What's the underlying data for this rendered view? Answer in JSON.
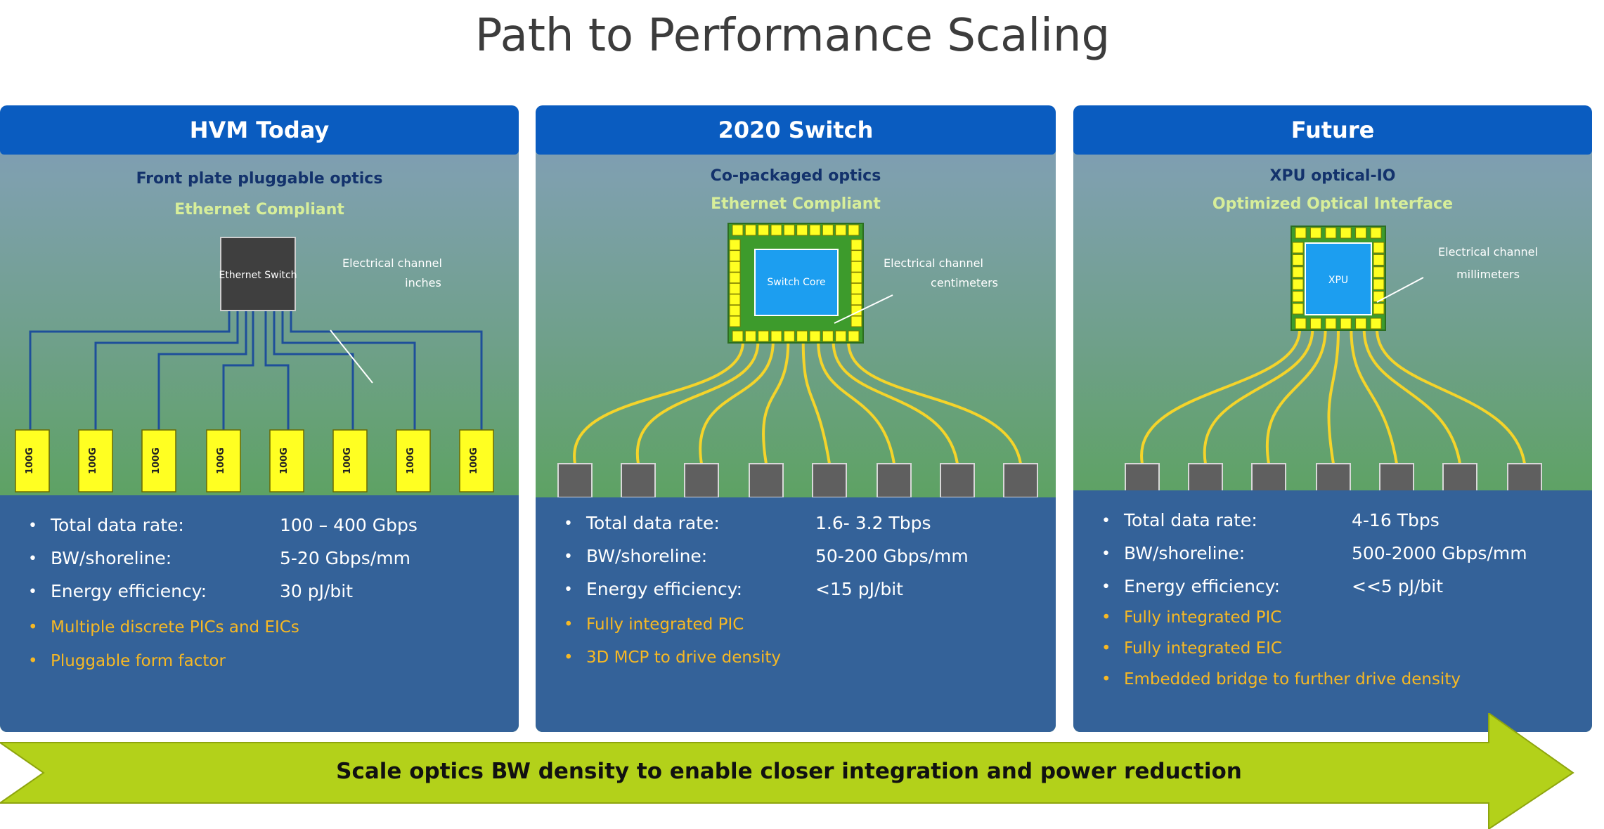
{
  "title": "Path to Performance Scaling",
  "panels": [
    {
      "header": "HVM Today",
      "subtitle": "Front plate pluggable optics",
      "compliance": "Ethernet Compliant",
      "chip_label": "Ethernet Switch",
      "channel_label_1": "Electrical channel",
      "channel_label_2": "inches",
      "module_label": "100G",
      "metrics": [
        {
          "key": "Total data rate:",
          "value": "100 – 400 Gbps"
        },
        {
          "key": "BW/shoreline:",
          "value": "5-20 Gbps/mm"
        },
        {
          "key": "Energy efficiency:",
          "value": "30 pJ/bit"
        }
      ],
      "features": [
        "Multiple discrete PICs and EICs",
        "Pluggable form factor"
      ]
    },
    {
      "header": "2020 Switch",
      "subtitle": "Co-packaged optics",
      "compliance": "Ethernet Compliant",
      "chip_label": "Switch Core",
      "channel_label_1": "Electrical channel",
      "channel_label_2": "centimeters",
      "metrics": [
        {
          "key": "Total data rate:",
          "value": "1.6- 3.2 Tbps"
        },
        {
          "key": "BW/shoreline:",
          "value": "50-200 Gbps/mm"
        },
        {
          "key": "Energy efficiency:",
          "value": "<15 pJ/bit"
        }
      ],
      "features": [
        "Fully integrated PIC",
        "3D MCP to drive density"
      ]
    },
    {
      "header": "Future",
      "subtitle": "XPU optical-IO",
      "compliance": "Optimized Optical Interface",
      "chip_label": "XPU",
      "channel_label_1": "Electrical channel",
      "channel_label_2": "millimeters",
      "metrics": [
        {
          "key": "Total data rate:",
          "value": "4-16 Tbps"
        },
        {
          "key": "BW/shoreline:",
          "value": "500-2000 Gbps/mm"
        },
        {
          "key": "Energy efficiency:",
          "value": "<<5 pJ/bit"
        }
      ],
      "features": [
        "Fully integrated PIC",
        "Fully integrated EIC",
        "Embedded bridge to further drive density"
      ]
    }
  ],
  "banner": "Scale optics BW density to enable closer integration and power reduction",
  "colors": {
    "header_blue": "#0a5cc0",
    "lower_blue": "#346299",
    "feature_orange": "#f6b824",
    "fiber_yellow": "#f5d42a",
    "banner_green": "#b3d11a"
  }
}
